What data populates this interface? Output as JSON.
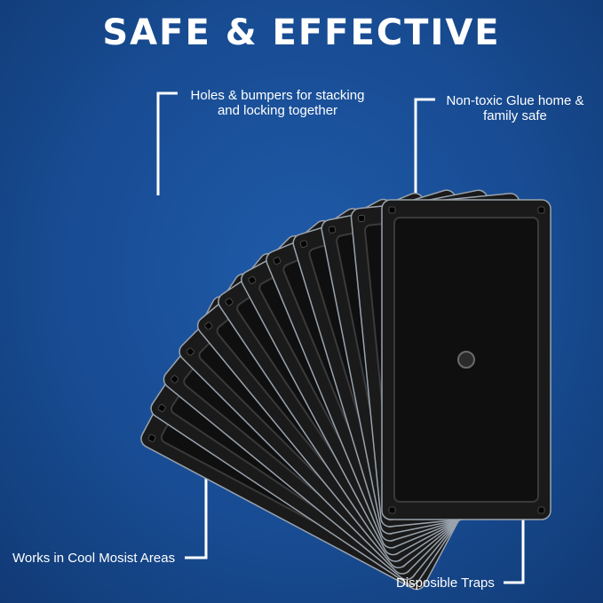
{
  "headline": "SAFE & EFFECTIVE",
  "callouts": {
    "holes": {
      "line1": "Holes & bumpers for stacking",
      "line2": "and locking together"
    },
    "glue": {
      "line1": "Non-toxic Glue home &",
      "line2": "family safe"
    },
    "areas": "Works in Cool Mosist Areas",
    "disposable": "Disposible Traps"
  },
  "colors": {
    "background": "#184c93",
    "tray": "#1a1a1a",
    "tray_rim": "#3a3a3a",
    "text": "#ffffff"
  },
  "product": {
    "tray_count": 12
  }
}
